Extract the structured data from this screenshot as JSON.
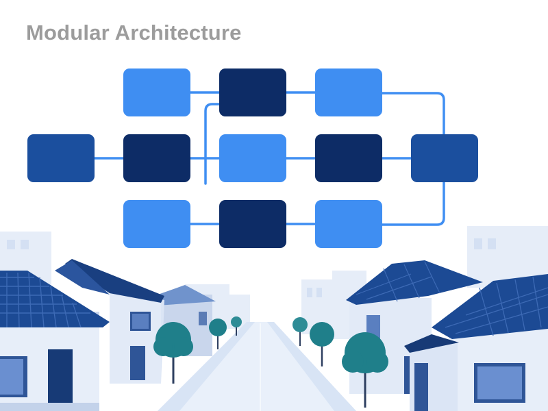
{
  "title": "Modular Architecture",
  "colors": {
    "light_module": "#3f8ef2",
    "dark_module": "#0d2c66",
    "mid_module": "#1b4f9e",
    "connector": "#3f8ef2",
    "title": "#9c9c9c",
    "roof": "#1c4a94",
    "tree": "#1f7f8a"
  },
  "diagram": {
    "modules": [
      {
        "id": "r1c2",
        "shade": "light"
      },
      {
        "id": "r1c3",
        "shade": "dark"
      },
      {
        "id": "r1c4",
        "shade": "light"
      },
      {
        "id": "r2c1",
        "shade": "mid"
      },
      {
        "id": "r2c2",
        "shade": "dark"
      },
      {
        "id": "r2c3",
        "shade": "light"
      },
      {
        "id": "r2c4",
        "shade": "dark"
      },
      {
        "id": "r2c5",
        "shade": "mid"
      },
      {
        "id": "r3c2",
        "shade": "light"
      },
      {
        "id": "r3c3",
        "shade": "dark"
      },
      {
        "id": "r3c4",
        "shade": "light"
      }
    ],
    "connections": [
      [
        "r1c2",
        "r1c3"
      ],
      [
        "r1c3",
        "r1c4"
      ],
      [
        "r2c1",
        "r2c2"
      ],
      [
        "r2c2",
        "r2c3"
      ],
      [
        "r2c3",
        "r2c4"
      ],
      [
        "r2c4",
        "r2c5"
      ],
      [
        "r3c2",
        "r3c3"
      ],
      [
        "r3c3",
        "r3c4"
      ],
      [
        "r1c4",
        "r2c5"
      ],
      [
        "r2c5",
        "r3c4"
      ],
      [
        "r1c3",
        "r2c2"
      ]
    ]
  },
  "scene": {
    "description_icons": [
      "house-icon",
      "tree-icon",
      "street-icon"
    ]
  }
}
